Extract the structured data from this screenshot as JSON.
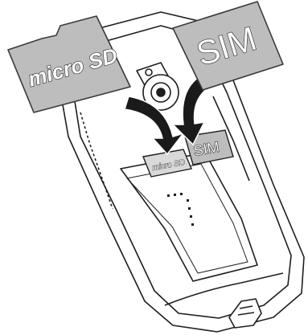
{
  "figure": {
    "labels": {
      "microsd_card_text": "micro SD",
      "sim_card_text": "SIM",
      "microsd_slot_text": "micro SD",
      "sim_slot_text": "SIM"
    },
    "colors": {
      "card_fill": "#bdbdbd",
      "card_stroke": "#3a3a3a",
      "arrow_fill": "#1a1a1a",
      "arrow_outline": "#ffffff",
      "line": "#1e1e1e",
      "background": "#ffffff"
    }
  }
}
